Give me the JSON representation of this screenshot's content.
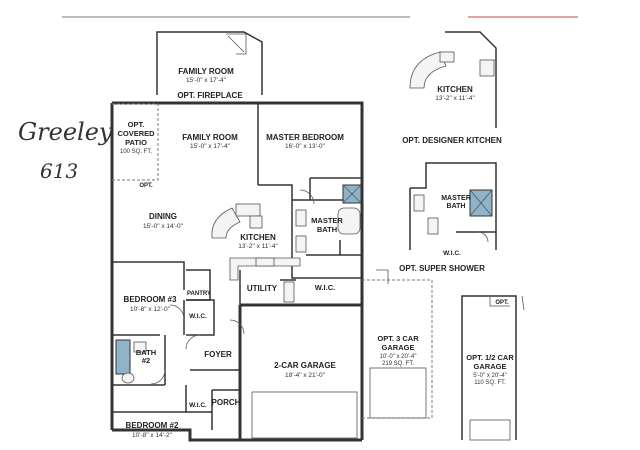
{
  "handwriting": {
    "line1": "Greeley",
    "line2": "613"
  },
  "rooms": {
    "family_room_opt": {
      "name": "FAMILY ROOM",
      "dims": "15'-0\" x 17'-4\""
    },
    "opt_fireplace": "OPT. FIREPLACE",
    "covered_patio": {
      "line1": "OPT.",
      "line2": "COVERED",
      "line3": "PATIO",
      "area": "100 SQ. FT."
    },
    "family_room": {
      "name": "FAMILY ROOM",
      "dims": "15'-0\" x 17'-4\""
    },
    "master_bedroom": {
      "name": "MASTER BEDROOM",
      "dims": "16'-0\" x 13'-0\""
    },
    "opt_small": "OPT.",
    "dining": {
      "name": "DINING",
      "dims": "15'-0\" x 14'-0\""
    },
    "kitchen": {
      "name": "KITCHEN",
      "dims": "13'-2\" x 11'-4\""
    },
    "master_bath": {
      "line1": "MASTER",
      "line2": "BATH"
    },
    "wic_master": "W.I.C.",
    "utility": "UTILITY",
    "bedroom3": {
      "name": "BEDROOM #3",
      "dims": "10'-8\" x 12'-0\""
    },
    "pantry": "PANTRY",
    "wic_bed3": "W.I.C.",
    "bath2": {
      "line1": "BATH",
      "line2": "#2"
    },
    "foyer": "FOYER",
    "garage2": {
      "name": "2-CAR GARAGE",
      "dims": "18'-4\" x 21'-0\""
    },
    "wic_bed2": "W.I.C.",
    "porch": "PORCH",
    "bedroom2": {
      "name": "BEDROOM #2",
      "dims": "10'-8\" x 14'-2\""
    }
  },
  "options": {
    "designer_kitchen": {
      "room": "KITCHEN",
      "dims": "13'-2\" x 11'-4\"",
      "title": "OPT. DESIGNER KITCHEN"
    },
    "super_shower": {
      "line1": "MASTER",
      "line2": "BATH",
      "wic": "W.I.C.",
      "title": "OPT. SUPER SHOWER"
    },
    "garage3": {
      "line1": "OPT. 3 CAR",
      "line2": "GARAGE",
      "dims": "10'-0\" x 20'-4\"",
      "area": "219 SQ. FT."
    },
    "garage_half": {
      "line1": "OPT. 1/2 CAR",
      "line2": "GARAGE",
      "dims": "5'-0\" x 20'-4\"",
      "area": "110 SQ. FT.",
      "opt": "OPT."
    }
  }
}
